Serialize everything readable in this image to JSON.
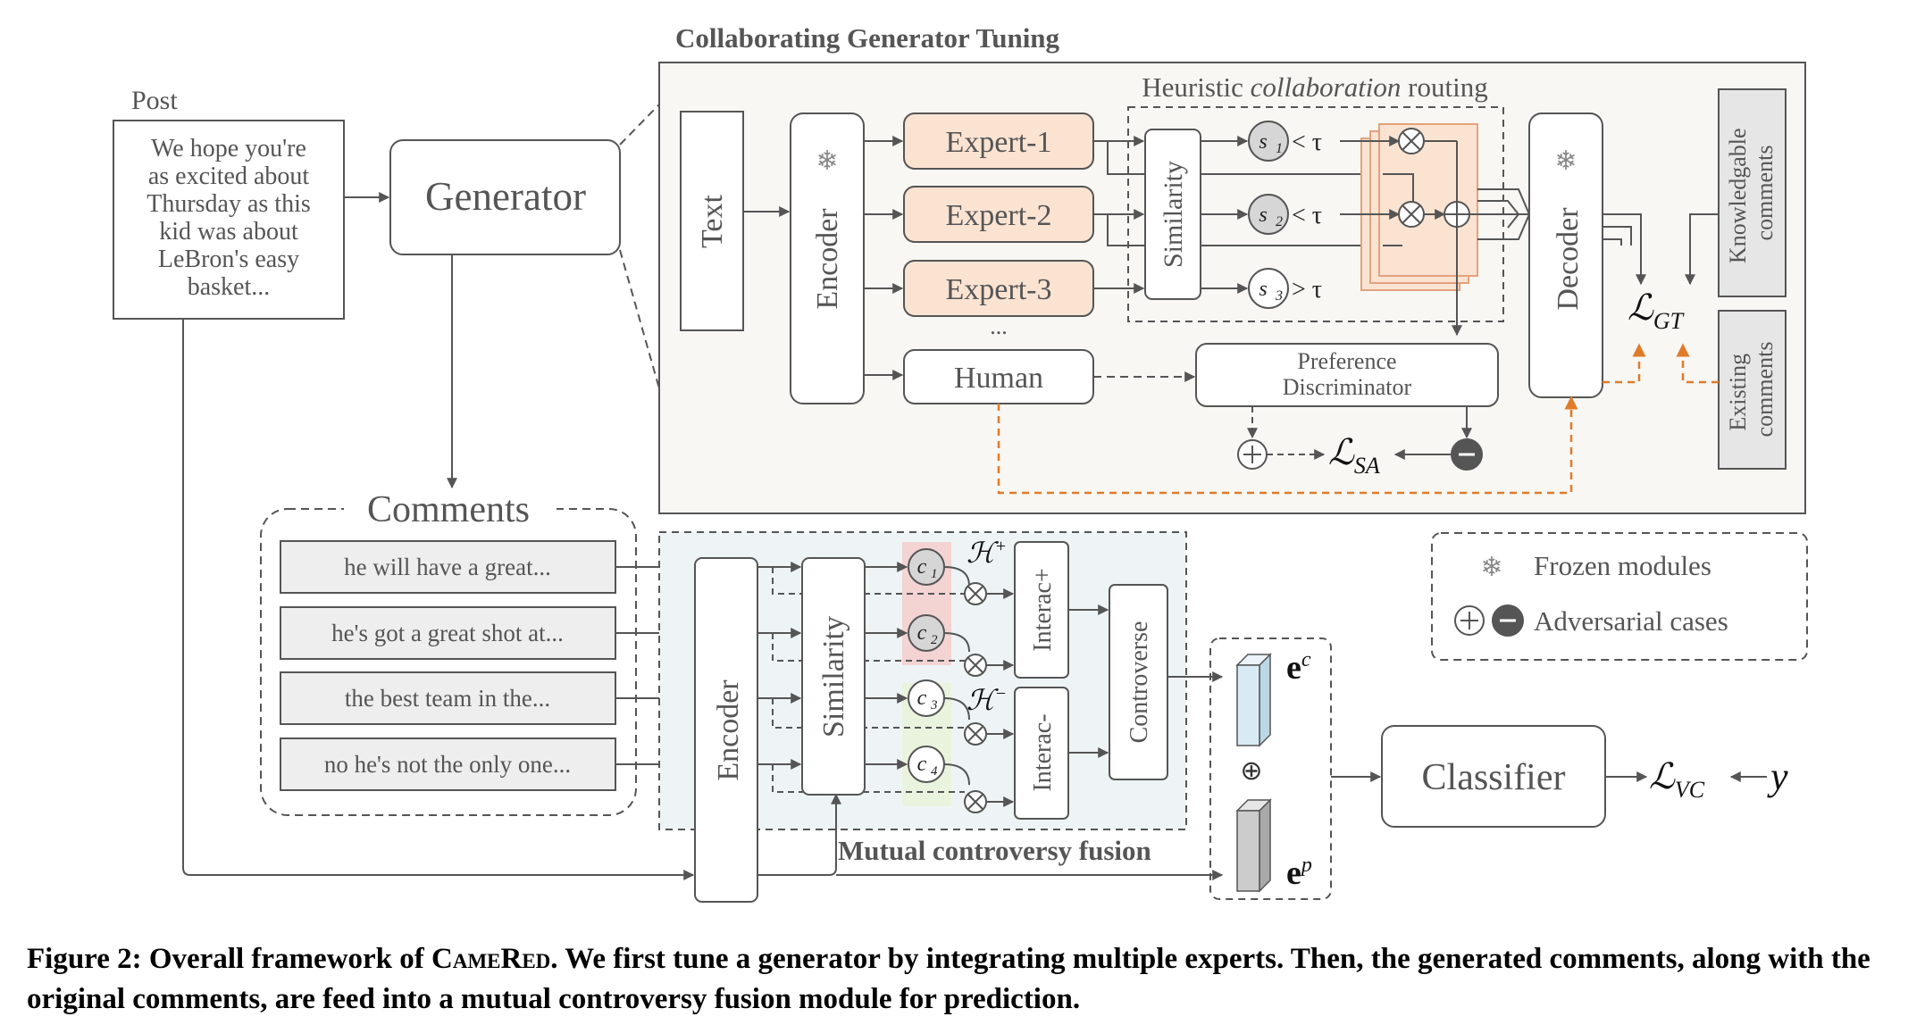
{
  "sections": {
    "generator_tuning": "Collaborating Generator Tuning",
    "routing": "Heuristic collaboration routing",
    "fusion": "Mutual controversy fusion"
  },
  "post": {
    "label": "Post",
    "lines": [
      "We hope you're",
      "as excited about",
      "Thursday as this",
      "kid was about",
      "LeBron's easy",
      "basket..."
    ]
  },
  "generator": "Generator",
  "comments": {
    "title": "Comments",
    "items": [
      "he will have a great...",
      "he's got a great shot at...",
      "the best team in the...",
      "no he's not the only one..."
    ]
  },
  "tuning": {
    "text": "Text",
    "encoder": "Encoder",
    "experts": [
      "Expert-1",
      "Expert-2",
      "Expert-3"
    ],
    "ellipsis": "...",
    "human": "Human",
    "similarity": "Similarity",
    "scores": [
      "s",
      "s",
      "s"
    ],
    "score_subs": [
      "1",
      "2",
      "3"
    ],
    "compare": [
      "< τ",
      "< τ",
      "> τ"
    ],
    "preference": [
      "Preference",
      "Discriminator"
    ],
    "decoder": "Decoder",
    "knowledgable": [
      "Knowledgable",
      "comments"
    ],
    "existing": [
      "Existing",
      "comments"
    ],
    "loss_gt": "GT",
    "loss_sa": "SA"
  },
  "fusion": {
    "encoder": "Encoder",
    "similarity": "Similarity",
    "c_labels": [
      "c",
      "c",
      "c",
      "c"
    ],
    "c_subs": [
      "1",
      "2",
      "3",
      "4"
    ],
    "h_plus": "+",
    "h_minus": "−",
    "interac_plus": "Interac+",
    "interac_minus": "Interac-",
    "controverse": "Controverse",
    "ec": "c",
    "ep": "p",
    "oplus": "⊕",
    "classifier": "Classifier",
    "loss_vc": "VC",
    "y": "y"
  },
  "legend": {
    "frozen": "Frozen modules",
    "adversarial": "Adversarial cases",
    "snowflake": "❄"
  },
  "caption": {
    "prefix": "Figure 2: Overall framework of ",
    "name": "CameRed",
    "text": ". We first tune a generator by integrating multiple experts. Then, the generated comments, along with the original comments, are feed into a mutual controversy fusion module for prediction."
  },
  "colors": {
    "line": "#555555",
    "expert_fill": "#fbe3d2",
    "expert_stroke": "#e3a27c",
    "tuning_bg": "#f8f7f3",
    "fusion_bg": "#eef4f6",
    "orange": "#e07b2a",
    "gray_box": "#e6e6e6",
    "cube_blue": "#d8ebf5",
    "cube_gray": "#cccccc",
    "pink": "#f5cccc",
    "green": "#e9f2dc"
  }
}
